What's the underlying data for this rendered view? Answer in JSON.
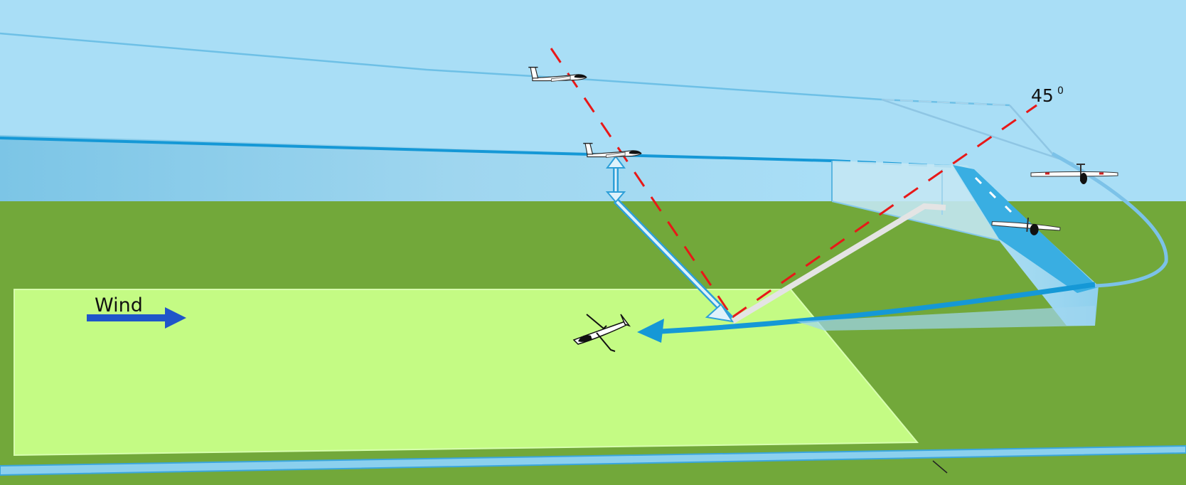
{
  "labels": {
    "wind": "Wind",
    "angle_value": "45",
    "angle_unit": "0"
  },
  "colors": {
    "sky": "#a9def6",
    "ground": "#72a83a",
    "landing_field": "#c4fb84",
    "circuit_blue": "#1598d6",
    "pale_blue": "#8ccbea",
    "aiming_line": "#e81818",
    "wind_arrow": "#1f55c9"
  },
  "icons": [
    "glider-icon",
    "wind-arrow-icon"
  ]
}
